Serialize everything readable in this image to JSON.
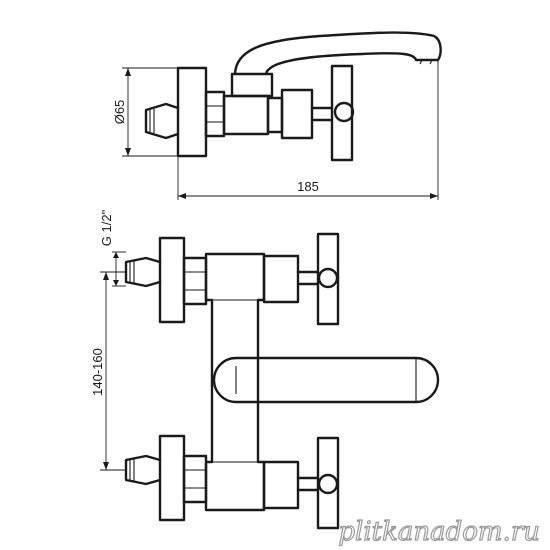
{
  "dimensions": {
    "diameter": "Ø65",
    "width": "185",
    "thread": "G 1/2\"",
    "spacing": "140-160"
  },
  "watermark": "plitkanadom.ru",
  "colors": {
    "line": "#1a1a1a",
    "background": "#ffffff",
    "watermark_outline": "#9a9a9a"
  }
}
